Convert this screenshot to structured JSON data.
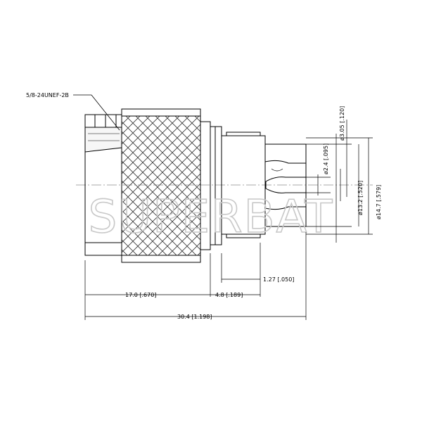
{
  "watermark": "SUPERBAT",
  "thread_spec": "5/8-24UNEF-2B",
  "dimensions": {
    "d_3_05": "ø3.05 [.120]",
    "d_2_4": "ø2.4 [.095]",
    "d_13_2": "ø13.2 [.520]",
    "d_14_7": "ø14.7 [.579]",
    "l_1_27": "1.27 [.050]",
    "l_4_8": "4.8 [.189]",
    "l_17_0": "17.0 [.670]",
    "l_30_4": "30.4 [1.198]"
  }
}
